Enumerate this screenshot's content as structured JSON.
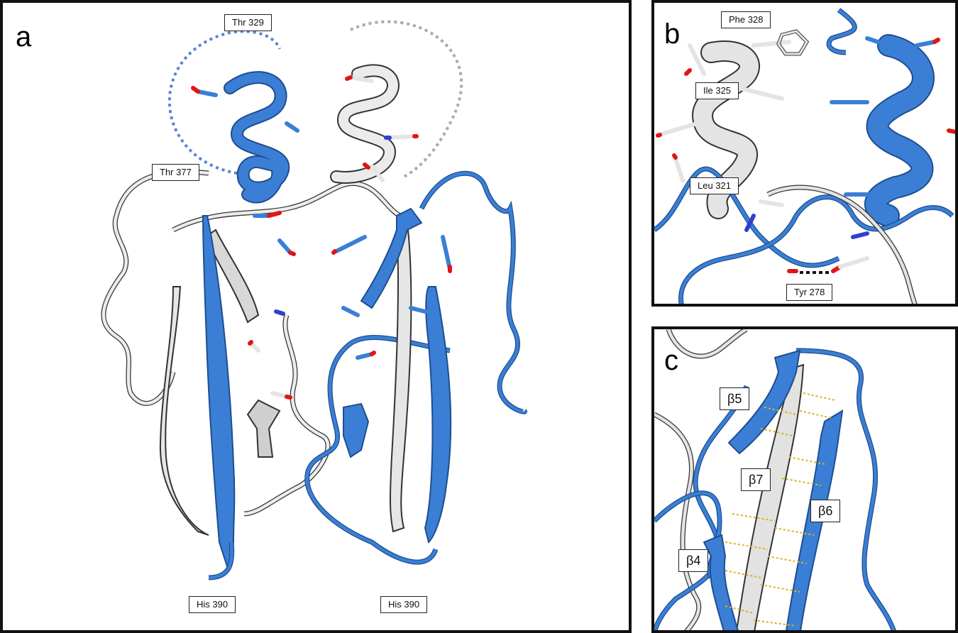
{
  "panels": {
    "a": {
      "letter": "a",
      "labels": {
        "thr329": "Thr 329",
        "thr377": "Thr 377",
        "his390_left": "His 390",
        "his390_right": "His 390"
      }
    },
    "b": {
      "letter": "b",
      "labels": {
        "phe328": "Phe 328",
        "ile325": "Ile 325",
        "leu321": "Leu 321",
        "tyr278": "Tyr 278"
      }
    },
    "c": {
      "letter": "c",
      "labels": {
        "b5": "β5",
        "b7": "β7",
        "b6": "β6",
        "b4": "β4"
      }
    }
  },
  "colors": {
    "chain_blue": "#3a7fd5",
    "chain_white": "#e9e9e9",
    "outline": "#333333",
    "oxygen": "#e01515",
    "nitrogen": "#3040d0",
    "hbond": "#d8b21c",
    "dotted_blue": "#5a84d6",
    "dotted_gray": "#aaaaaa"
  }
}
